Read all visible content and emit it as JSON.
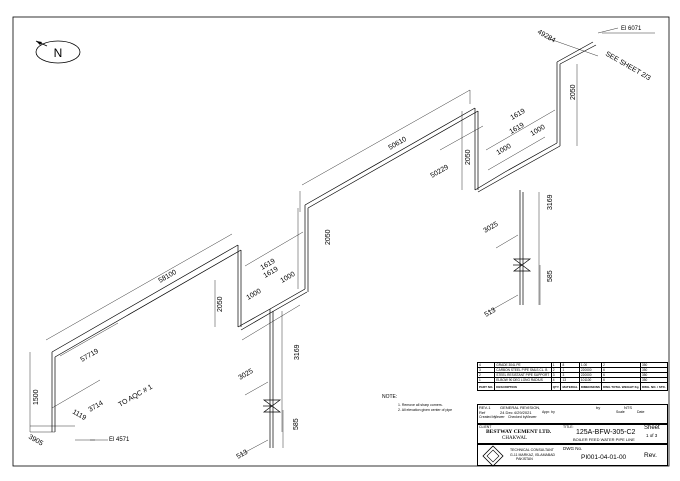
{
  "north_label": "N",
  "dimensions": {
    "d58100": "58100",
    "d50610": "50610",
    "d50229": "50229",
    "d57719": "57719",
    "d49284": "49284",
    "d1500": "1500",
    "d1119": "1119",
    "d3714": "3714",
    "d3905": "3905",
    "d2050_a": "2050",
    "d2050_b": "2050",
    "d2050_c": "2050",
    "d2050_d": "2050",
    "d1000_a": "1000",
    "d1000_b": "1000",
    "d1000_c": "1000",
    "d1000_d": "1000",
    "d1619_a": "1619",
    "d1619_b": "1619",
    "d1619_c": "1619",
    "d1619_d": "1619",
    "d3025_a": "3025",
    "d3025_b": "3025",
    "d3169_a": "3169",
    "d3169_b": "3169",
    "d585_a": "585",
    "d585_b": "585",
    "d513_a": "513",
    "d513_b": "513"
  },
  "labels": {
    "to_aqc": "TO AQC # 1",
    "el_start": "El 4571",
    "el_end": "El 6071",
    "see_sheet": "SEE SHEET 2/3"
  },
  "notes": {
    "title": "NOTE:",
    "items": [
      "1. Remove all sharp corners.",
      "2. All elevation given center of pipe"
    ]
  },
  "bom": {
    "rows": [
      [
        "4",
        "GRADE 304L PE",
        "1",
        "8",
        "1.00",
        "2",
        "350"
      ],
      [
        "3",
        "CARBON STEEL PIPE SMLS CL. B",
        "2",
        "1",
        "220000",
        "6",
        "350"
      ],
      [
        "2",
        "STEEL RESISTANT PIPE SUPPORT",
        "3",
        "3",
        "220000",
        "6",
        "350"
      ],
      [
        "1",
        "ELBOW 90 DEG LONG RADIUS",
        "4",
        "13",
        "101100",
        "6",
        "350"
      ]
    ],
    "headers": [
      "PART NO.",
      "DESCRIPTION",
      "QTY.",
      "MATERIAL",
      "DIMENSIONS",
      "DWG TOTAL WEIGHT Kg",
      "DWG. NO. / STD."
    ]
  },
  "revision": {
    "rev_label": "REV-1",
    "rev_text": "GENERAL REVISION,",
    "ref_label": "Ref",
    "ref_text": "24 Dec 4/29/2021",
    "by": "by",
    "nts": "NTS"
  },
  "title_block": {
    "created_by_label": "Created by",
    "created_by": "Viewer",
    "checked_by_label": "Checked by",
    "checked_by": "Viewer",
    "approved_by_label": "Appr. by",
    "scale_label": "Scale",
    "date_label": "Date",
    "client_label": "CLIENT",
    "client_name": "BESTWAY CEMENT LTD.",
    "client_place": "CHAKWAL",
    "title_label": "TITLE:",
    "title_code": "125A-BFW-305-C2",
    "title_desc": "BOILER FEED WATER PIPE LINE",
    "sheet_label": "Sheet",
    "sheet_value": "1 of 3",
    "consultant_line1": "TECHNICAL CONSULTANT",
    "consultant_line2": "G-11 MARKAZ, ISLAMABAD",
    "consultant_line3": "PAKISTAN",
    "dwg_label": "DWG No.",
    "dwg_number": "PI001-04-01-00",
    "rev_label": "Rev."
  }
}
